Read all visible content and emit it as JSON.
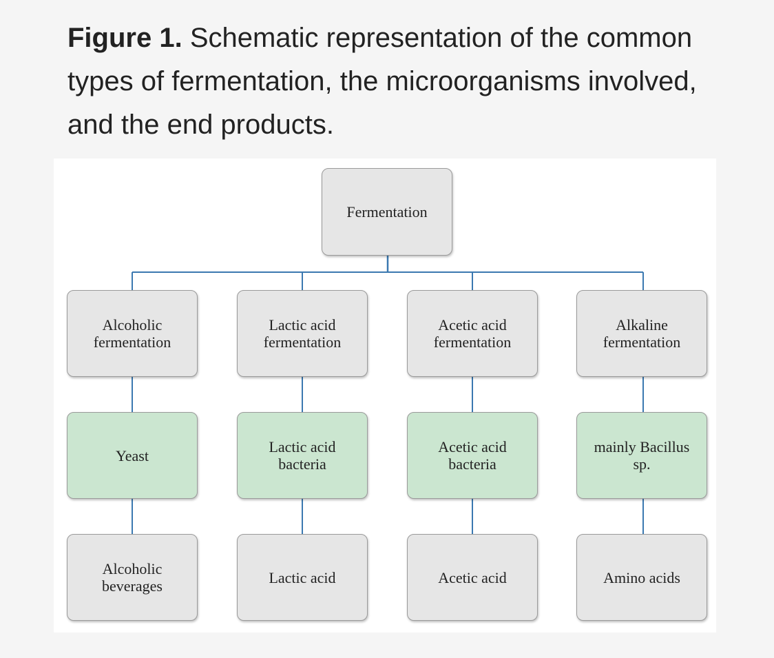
{
  "caption": {
    "label": "Figure 1.",
    "text": " Schematic representation of the common types of fermentation, the microorganisms involved, and the end products."
  },
  "diagram": {
    "root": "Fermentation",
    "branches": [
      {
        "type": "Alcoholic\nfermentation",
        "organism": "Yeast",
        "product": "Alcoholic\nbeverages"
      },
      {
        "type": "Lactic acid\nfermentation",
        "organism": "Lactic acid\nbacteria",
        "product": "Lactic acid"
      },
      {
        "type": "Acetic acid\nfermentation",
        "organism": "Acetic acid\nbacteria",
        "product": "Acetic acid"
      },
      {
        "type": "Alkaline\nfermentation",
        "organism": "mainly Bacillus\nsp.",
        "product": "Amino acids"
      }
    ],
    "colors": {
      "connector": "#3a78b0",
      "node_fill": "#e6e6e6",
      "organism_fill": "#cbe6d0",
      "node_border": "#9a9a9a"
    }
  }
}
